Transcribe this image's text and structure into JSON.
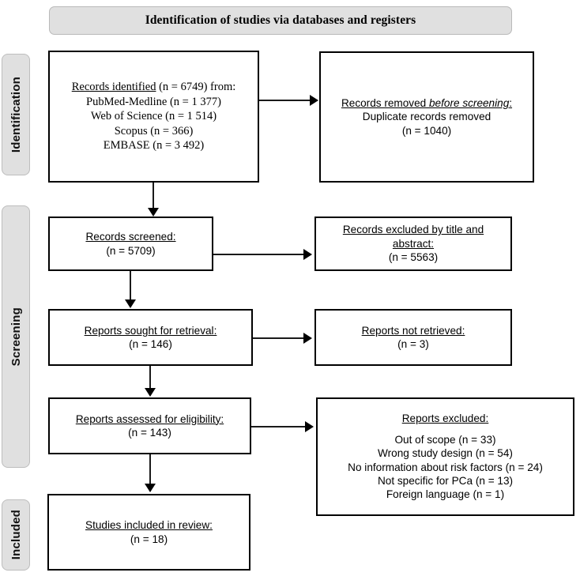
{
  "banner": {
    "title": "Identification of studies via databases and registers"
  },
  "stages": [
    {
      "id": "identification",
      "label": "Identification"
    },
    {
      "id": "screening",
      "label": "Screening"
    },
    {
      "id": "included",
      "label": "Included"
    }
  ],
  "boxes": {
    "records_identified": {
      "heading": "Records identified",
      "heading_suffix": " (n = 6749) from:",
      "sources": [
        "PubMed-Medline (n = 1 377)",
        "Web of Science (n = 1 514)",
        "Scopus (n = 366)",
        "EMBASE (n = 3 492)"
      ]
    },
    "records_removed": {
      "heading_a": "Records removed ",
      "heading_b": "before screening",
      "heading_c": ":",
      "line2": "Duplicate records removed",
      "line3": "(n = 1040)"
    },
    "records_screened": {
      "heading": "Records screened:",
      "count": "(n = 5709)"
    },
    "records_excluded": {
      "heading_line1": "Records excluded by title and",
      "heading_line2": "abstract:",
      "count": "(n = 5563)"
    },
    "reports_sought": {
      "heading": "Reports sought for retrieval:",
      "count": "(n = 146)"
    },
    "reports_not_retrieved": {
      "heading": "Reports not retrieved:",
      "count": "(n = 3)"
    },
    "reports_assessed": {
      "heading": "Reports assessed for eligibility:",
      "count": "(n = 143)"
    },
    "reports_excluded": {
      "heading": "Reports excluded:",
      "reasons": [
        "Out of scope (n = 33)",
        "Wrong study design (n = 54)",
        "No information about risk factors (n = 24)",
        "Not specific for PCa (n = 13)",
        "Foreign language (n = 1)"
      ]
    },
    "studies_included": {
      "heading": "Studies included in review:",
      "count": "(n = 18)"
    }
  }
}
